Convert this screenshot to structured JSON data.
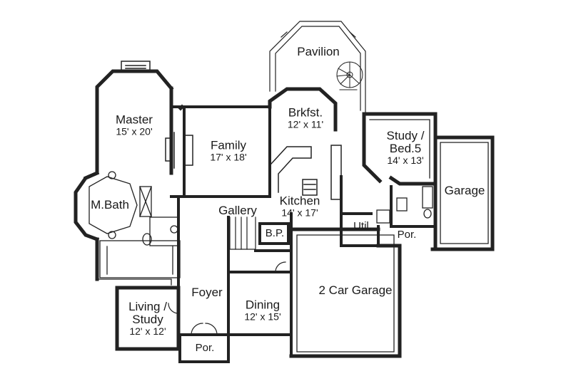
{
  "rooms": {
    "pavilion": {
      "name": "Pavilion"
    },
    "master": {
      "name": "Master",
      "size": "15' x 20'"
    },
    "brkfst": {
      "name": "Brkfst.",
      "size": "12' x 11'"
    },
    "family": {
      "name": "Family",
      "size": "17' x 18'"
    },
    "study_bed5": {
      "name": "Study /",
      "name2": "Bed.5",
      "size": "14' x 13'"
    },
    "garage": {
      "name": "Garage"
    },
    "mbath": {
      "name": "M.Bath"
    },
    "kitchen": {
      "name": "Kitchen",
      "size": "14' x 17'"
    },
    "gallery": {
      "name": "Gallery"
    },
    "util": {
      "name": "Util."
    },
    "bp": {
      "name": "B.P."
    },
    "por_right": {
      "name": "Por."
    },
    "two_car_garage": {
      "name": "2 Car Garage"
    },
    "foyer": {
      "name": "Foyer"
    },
    "living_study": {
      "name": "Living /",
      "name2": "Study",
      "size": "12' x 12'"
    },
    "dining": {
      "name": "Dining",
      "size": "12' x 15'"
    },
    "por_front": {
      "name": "Por."
    }
  }
}
